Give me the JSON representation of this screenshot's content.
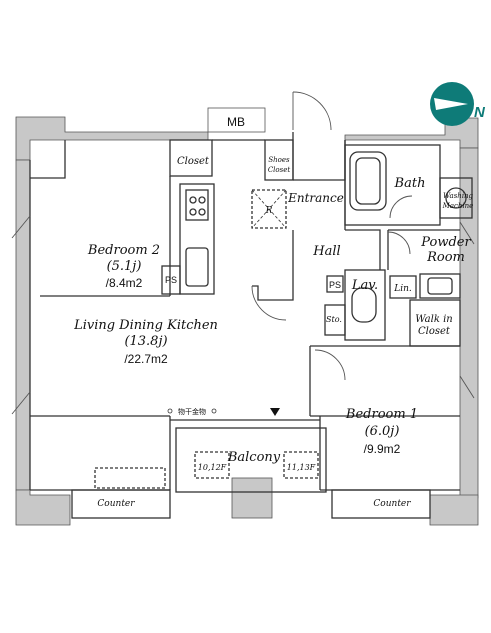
{
  "plan": {
    "compass": {
      "letter": "N",
      "color": "#0e7b78"
    },
    "wall_color": "#c8c8c8",
    "rooms": {
      "mb": "MB",
      "closet": "Closet",
      "shoes_closet_1": "Shoes",
      "shoes_closet_2": "Closet",
      "refrigerator": "R",
      "entrance": "Entrance",
      "bath": "Bath",
      "washing_machine_1": "Washing",
      "washing_machine_2": "Machine",
      "bedroom2_name": "Bedroom 2",
      "bedroom2_j": "(5.1j)",
      "bedroom2_area": "/8.4m2",
      "ps_1": "PS",
      "hall": "Hall",
      "powder_room_1": "Powder",
      "powder_room_2": "Room",
      "ps_2": "PS",
      "lav": "Lav.",
      "lin": "Lin.",
      "sto": "Sto.",
      "walk_in_closet_1": "Walk in",
      "walk_in_closet_2": "Closet",
      "ldk_name": "Living Dining Kitchen",
      "ldk_j": "(13.8j)",
      "ldk_area": "/22.7m2",
      "drying_rack": "物干金物",
      "bedroom1_name": "Bedroom 1",
      "bedroom1_j": "(6.0j)",
      "bedroom1_area": "/9.9m2",
      "balcony": "Balcony",
      "unit_left": "10,12F",
      "unit_right": "11,13F",
      "counter_left": "Counter",
      "counter_right": "Counter"
    }
  }
}
